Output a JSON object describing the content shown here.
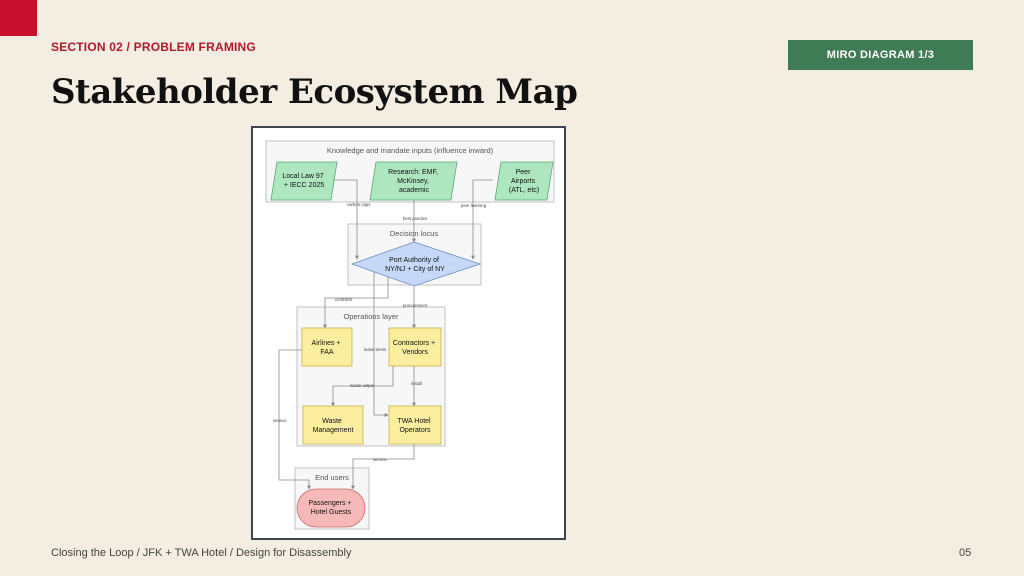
{
  "header": {
    "section_label": "SECTION 02  /  PROBLEM FRAMING",
    "badge": "MIRO DIAGRAM  1/3",
    "title": "Stakeholder Ecosystem Map"
  },
  "footer": {
    "left": "Closing the Loop  /  JFK + TWA Hotel  /  Design for Disassembly",
    "page_number": "05"
  },
  "diagram": {
    "groups": {
      "inputs": "Knowledge and mandate inputs (influence inward)",
      "decision": "Decision locus",
      "operations": "Operations layer",
      "end_users": "End users"
    },
    "nodes": {
      "local_law": [
        "Local Law 97",
        "+ IECC 2025"
      ],
      "research": [
        "Research: EMF,",
        "McKinsey,",
        "academic"
      ],
      "peer": [
        "Peer",
        "Airports",
        "(ATL, etc)"
      ],
      "port_authority": [
        "Port Authority of",
        "NY/NJ + City of NY"
      ],
      "airlines": [
        "Airlines +",
        "FAA"
      ],
      "contractors": [
        "Contractors +",
        "Vendors"
      ],
      "waste": [
        "Waste",
        "Management"
      ],
      "twa": [
        "TWA Hotel",
        "Operators"
      ],
      "passengers": [
        "Passengers +",
        "Hotel Guests"
      ]
    },
    "edge_labels": {
      "carbon_caps": "carbon caps",
      "best_practice": "best practice",
      "peer_learning": "peer learning",
      "contracts": "contracts",
      "procurement": "procurement",
      "lease_terms": "lease terms",
      "waste_output": "waste output",
      "install": "install",
      "service_airlines": "service",
      "service_twa": "service"
    },
    "colors": {
      "input_fill": "#aee6bf",
      "input_stroke": "#5aa872",
      "decision_fill": "#c6d8f7",
      "decision_stroke": "#6f8fc9",
      "ops_fill": "#fbee9f",
      "ops_stroke": "#c9b045",
      "user_fill": "#f6b9b9",
      "user_stroke": "#c96a6a"
    }
  }
}
